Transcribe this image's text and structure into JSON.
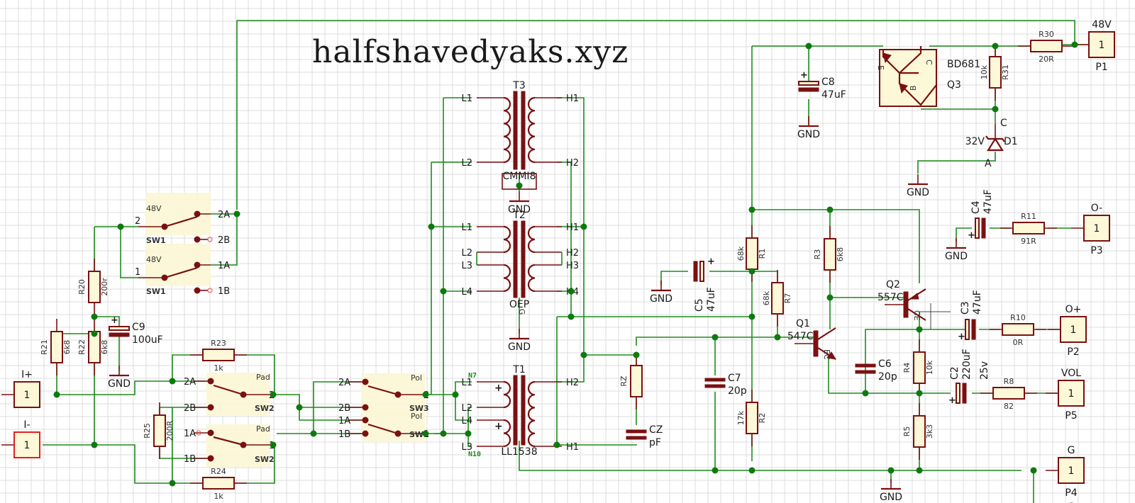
{
  "title": "halfshavedyaks.xyz",
  "colors": {
    "wire": "#1f8a1f",
    "symbol": "#7a1010",
    "body_fill": "#fdf8d8",
    "grid": "#dcdcdc",
    "selected": "#e02020"
  },
  "ports": [
    {
      "id": "P1",
      "net": "48V",
      "pin": "1"
    },
    {
      "id": "P3",
      "net": "O-",
      "pin": "1"
    },
    {
      "id": "P2",
      "net": "O+",
      "pin": "1"
    },
    {
      "id": "P5",
      "net": "VOL",
      "pin": "1"
    },
    {
      "id": "P4",
      "net": "G",
      "pin": "1",
      "net_below": "G"
    },
    {
      "id": "I+",
      "net": "I+",
      "pin": "1"
    },
    {
      "id": "I-",
      "net": "I-",
      "pin": "1",
      "selected": true
    }
  ],
  "resistors": [
    {
      "ref": "R30",
      "value": "20R"
    },
    {
      "ref": "R31",
      "value": "10k"
    },
    {
      "ref": "R11",
      "value": "91R"
    },
    {
      "ref": "R10",
      "value": "0R"
    },
    {
      "ref": "R8",
      "value": "82"
    },
    {
      "ref": "R4",
      "value": "10k"
    },
    {
      "ref": "R5",
      "value": "3k3"
    },
    {
      "ref": "R1",
      "value": "68k"
    },
    {
      "ref": "R7",
      "value": "68k"
    },
    {
      "ref": "R3",
      "value": "6k8"
    },
    {
      "ref": "R2",
      "value": "17k"
    },
    {
      "ref": "RZ",
      "value": ""
    },
    {
      "ref": "R20",
      "value": "200r"
    },
    {
      "ref": "R21",
      "value": "6k8"
    },
    {
      "ref": "R22",
      "value": "6k8"
    },
    {
      "ref": "R23",
      "value": "1k"
    },
    {
      "ref": "R24",
      "value": "1k"
    },
    {
      "ref": "R25",
      "value": "200R"
    }
  ],
  "capacitors": [
    {
      "ref": "C8",
      "value": "47uF",
      "polarized": true
    },
    {
      "ref": "C4",
      "value": "47uF",
      "polarized": true
    },
    {
      "ref": "C3",
      "value": "47uF",
      "polarized": true
    },
    {
      "ref": "C2",
      "value": "220uF",
      "value2": "25v",
      "polarized": true
    },
    {
      "ref": "C5",
      "value": "47uF",
      "polarized": true
    },
    {
      "ref": "C6",
      "value": "20p",
      "polarized": false
    },
    {
      "ref": "C7",
      "value": "20p",
      "polarized": false
    },
    {
      "ref": "CZ",
      "value": "pF",
      "polarized": false
    },
    {
      "ref": "C9",
      "value": "100uF",
      "polarized": true
    }
  ],
  "transistors": [
    {
      "ref": "Q3",
      "value": "BD681",
      "pins": [
        "E",
        "C",
        "B"
      ]
    },
    {
      "ref": "Q2",
      "value": "557C",
      "pins": [
        "CE"
      ]
    },
    {
      "ref": "Q1",
      "value": "547C",
      "pins": [
        "EC"
      ]
    }
  ],
  "diodes": [
    {
      "ref": "D1",
      "value": "32V",
      "pin_c": "C",
      "pin_a": "A"
    }
  ],
  "transformers": [
    {
      "ref": "T3",
      "value": "CMMI8",
      "left": [
        "L1",
        "L2"
      ],
      "right": [
        "H1",
        "H2"
      ]
    },
    {
      "ref": "T2",
      "value": "OEP",
      "left": [
        "L1",
        "L2",
        "L3",
        "L4"
      ],
      "right": [
        "H1",
        "H2",
        "H3",
        "H4"
      ],
      "pin_g": "G"
    },
    {
      "ref": "T1",
      "value": "LL1538",
      "left": [
        "L1",
        "L2",
        "L4",
        "L3"
      ],
      "right": [
        "H2",
        "H1"
      ]
    }
  ],
  "switches": [
    {
      "ref": "SW1",
      "label": "48V",
      "common": "2",
      "throws": [
        "2A",
        "2B"
      ]
    },
    {
      "ref": "SW1",
      "label": "48V",
      "common": "1",
      "throws": [
        "1A",
        "1B"
      ]
    },
    {
      "ref": "SW2",
      "label": "Pad",
      "common": "2",
      "throws": [
        "2A",
        "2B"
      ]
    },
    {
      "ref": "SW2",
      "label": "Pad",
      "common": "1",
      "throws": [
        "1A",
        "1B"
      ]
    },
    {
      "ref": "SW3",
      "label": "Pol",
      "common": "2",
      "throws": [
        "2A",
        "2B"
      ]
    },
    {
      "ref": "SW3",
      "label": "Pol",
      "common": "1",
      "throws": [
        "1A",
        "1B"
      ]
    }
  ],
  "net_labels": {
    "n7": "N7",
    "n10": "N10",
    "gnd": "GND"
  }
}
